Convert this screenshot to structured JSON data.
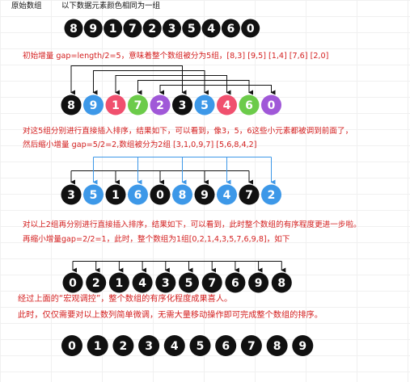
{
  "captions": {
    "c0_part1": "原始数组",
    "c0_part2": "以下数据元素颜色相同为一组",
    "c1": "初始增量 gap=length/2=5，意味着整个数组被分为5组，[8,3] [9,5] [1,4] [7,6] [2,0]",
    "c2a": "对这5组分别进行直接插入排序，结果如下，可以看到，像3，5，6这些小元素都被调到前面了，",
    "c2b": "然后缩小增量 gap=5/2=2,数组被分为2组 [3,1,0,9,7] [5,6,8,4,2]",
    "c3a": "对以上2组再分别进行直接插入排序，结果如下，可以看到，此时整个数组的有序程度更进一步啦。",
    "c3b": "再缩小增量gap=2/2=1，此时，整个数组为1组[0,2,1,4,3,5,7,6,9,8]，如下",
    "c4a": "经过上面的“宏观调控”，整个数组的有序化程度成果喜人。",
    "c4b": "此时，仅仅需要对以上数列简单微调，无需大量移动操作即可完成整个数组的排序。"
  },
  "colors": {
    "black": "#111111",
    "blue": "#3d98e8",
    "pink": "#f0506e",
    "green": "#6ccb4a",
    "purple": "#a058d8",
    "cyan": "#40c8d8",
    "caption_red": "#d42020"
  },
  "rows": [
    {
      "id": "original",
      "values": [
        "8",
        "9",
        "1",
        "7",
        "2",
        "3",
        "5",
        "4",
        "6",
        "0"
      ],
      "colors": [
        "black",
        "black",
        "black",
        "black",
        "black",
        "black",
        "black",
        "black",
        "black",
        "black"
      ]
    },
    {
      "id": "gap5",
      "values": [
        "8",
        "9",
        "1",
        "7",
        "2",
        "3",
        "5",
        "4",
        "6",
        "0"
      ],
      "colors": [
        "black",
        "blue",
        "pink",
        "green",
        "purple",
        "black",
        "blue",
        "pink",
        "green",
        "purple"
      ],
      "arcs": [
        [
          0,
          5
        ],
        [
          1,
          6
        ],
        [
          2,
          7
        ],
        [
          3,
          8
        ],
        [
          4,
          9
        ]
      ]
    },
    {
      "id": "gap2",
      "values": [
        "3",
        "5",
        "1",
        "6",
        "0",
        "8",
        "9",
        "4",
        "7",
        "2"
      ],
      "colors": [
        "black",
        "blue",
        "black",
        "blue",
        "black",
        "blue",
        "black",
        "blue",
        "black",
        "blue"
      ],
      "brackets": [
        [
          0,
          2,
          4,
          6,
          8
        ],
        [
          1,
          3,
          5,
          7,
          9
        ]
      ]
    },
    {
      "id": "gap1",
      "values": [
        "0",
        "2",
        "1",
        "4",
        "3",
        "5",
        "7",
        "6",
        "9",
        "8"
      ],
      "colors": [
        "black",
        "black",
        "black",
        "black",
        "black",
        "black",
        "black",
        "black",
        "black",
        "black"
      ],
      "brackets": [
        [
          0,
          1,
          2,
          3,
          4,
          5,
          6,
          7,
          8,
          9
        ]
      ]
    },
    {
      "id": "sorted",
      "values": [
        "0",
        "1",
        "2",
        "3",
        "4",
        "5",
        "6",
        "7",
        "8",
        "9"
      ],
      "colors": [
        "black",
        "black",
        "black",
        "black",
        "black",
        "black",
        "black",
        "black",
        "black",
        "black"
      ]
    }
  ]
}
